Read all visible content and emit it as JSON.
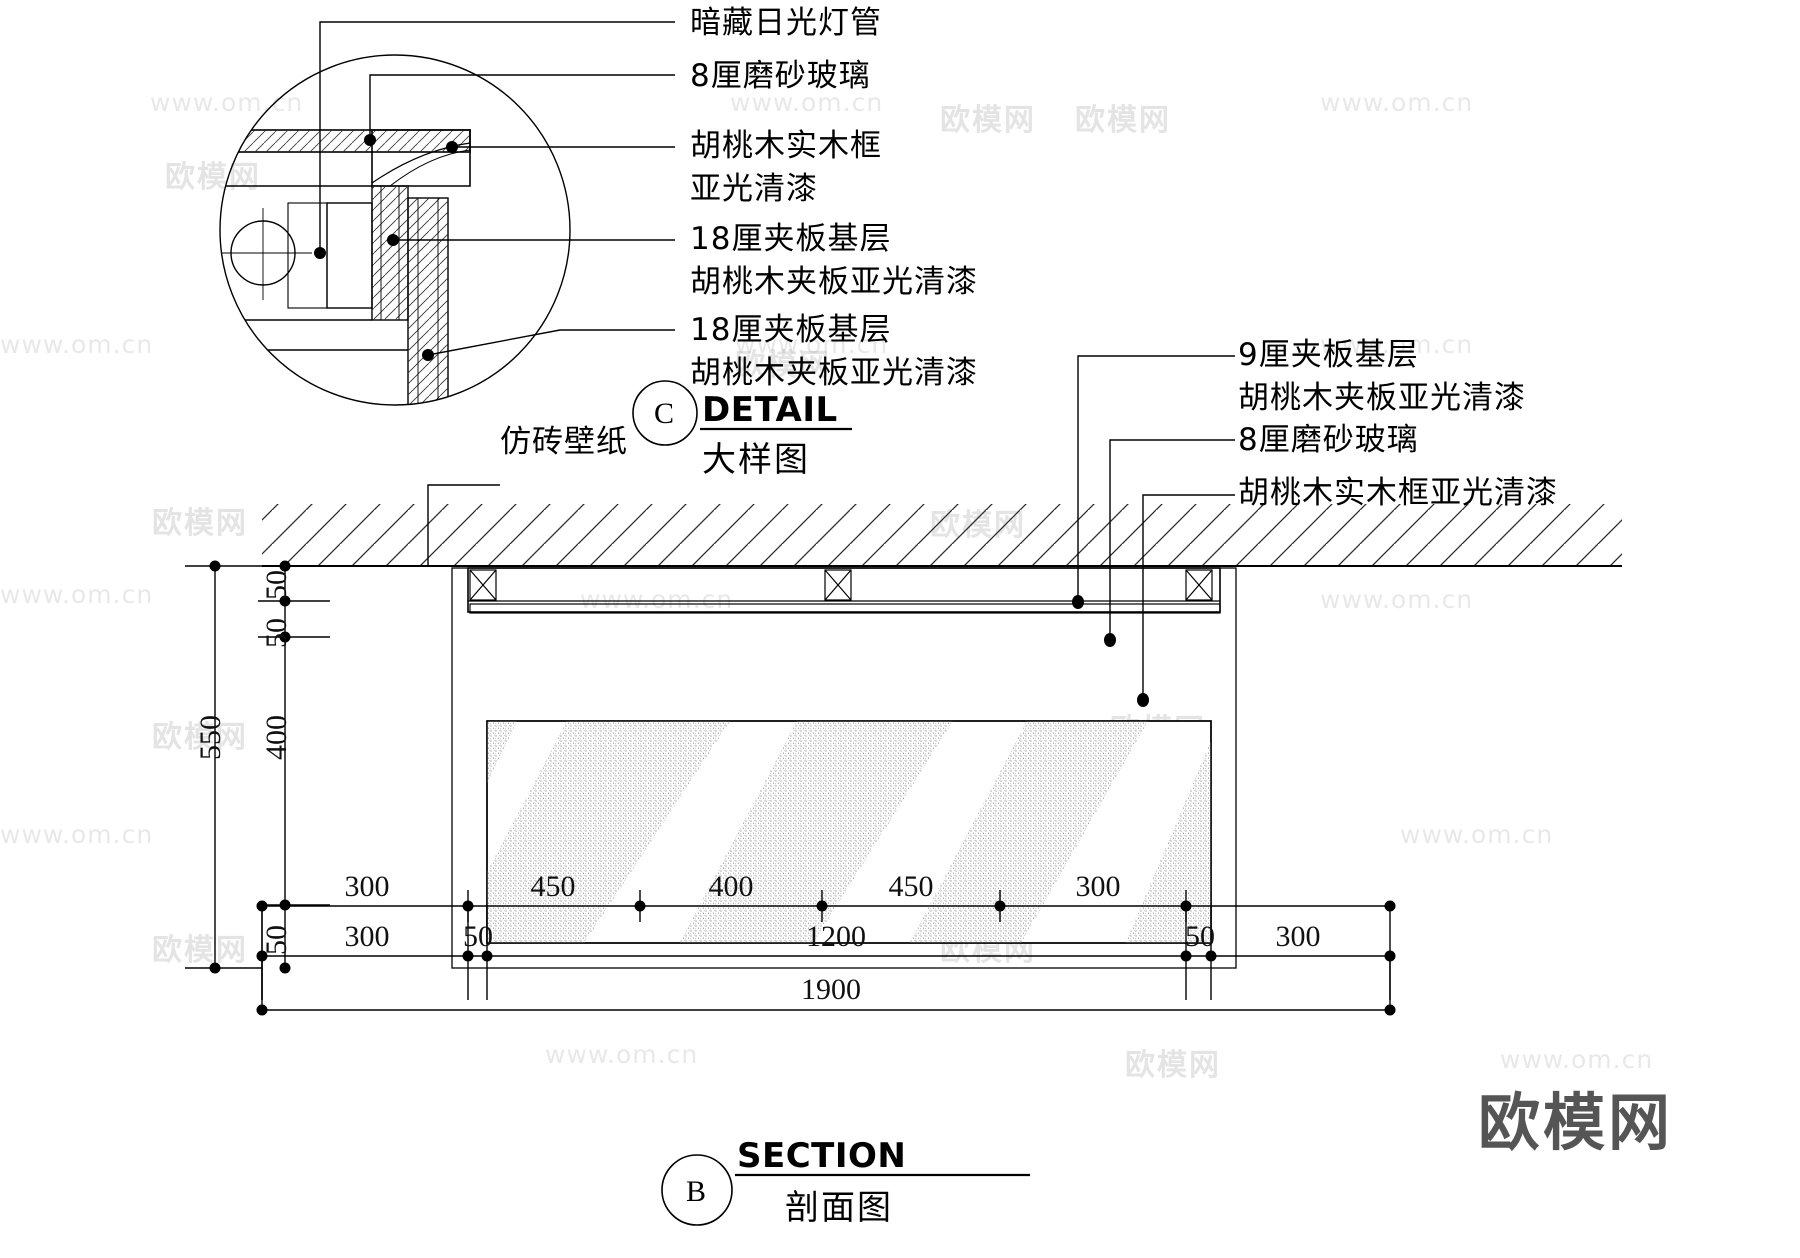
{
  "drawing": {
    "sheet_title_detail": {
      "en": "DETAIL",
      "cn": "大样图",
      "bubble": "C"
    },
    "sheet_title_section": {
      "en": "SECTION",
      "cn": "剖面图",
      "bubble": "B"
    }
  },
  "detail_labels": [
    {
      "id": "hidden-fluorescent",
      "text": "暗藏日光灯管"
    },
    {
      "id": "frosted-glass-8",
      "text": "8厘磨砂玻璃"
    },
    {
      "id": "walnut-solid-frame-l1",
      "text": "胡桃木实木框"
    },
    {
      "id": "walnut-solid-frame-l2",
      "text": "亚光清漆"
    },
    {
      "id": "plywood-18-a-l1",
      "text": "18厘夹板基层"
    },
    {
      "id": "plywood-18-a-l2",
      "text": "胡桃木夹板亚光清漆"
    },
    {
      "id": "plywood-18-b-l1",
      "text": "18厘夹板基层"
    },
    {
      "id": "plywood-18-b-l2",
      "text": "胡桃木夹板亚光清漆"
    }
  ],
  "section_labels": [
    {
      "id": "brick-wallpaper",
      "text": "仿砖壁纸"
    },
    {
      "id": "plywood-9-l1",
      "text": "9厘夹板基层"
    },
    {
      "id": "plywood-9-l2",
      "text": "胡桃木夹板亚光清漆"
    },
    {
      "id": "frosted-glass-8b",
      "text": "8厘磨砂玻璃"
    },
    {
      "id": "walnut-frame-matte",
      "text": "胡桃木实木框亚光清漆"
    }
  ],
  "dimensions": {
    "vertical": {
      "overall": "550",
      "segments": [
        "50",
        "50",
        "400",
        "50"
      ]
    },
    "horizontal_top": [
      "300",
      "450",
      "400",
      "450",
      "300"
    ],
    "horizontal_mid": [
      "300",
      "50",
      "1200",
      "50",
      "300"
    ],
    "horizontal_overall": "1900"
  },
  "watermarks": {
    "url": "www.om.cn",
    "cn": "欧模网",
    "logo": "欧模网"
  },
  "colors": {
    "line": "#000000",
    "hatch": "#3a3a3a",
    "glass_speckle": "#5a5a5a",
    "watermark": "#969696",
    "logo": "#555555"
  }
}
